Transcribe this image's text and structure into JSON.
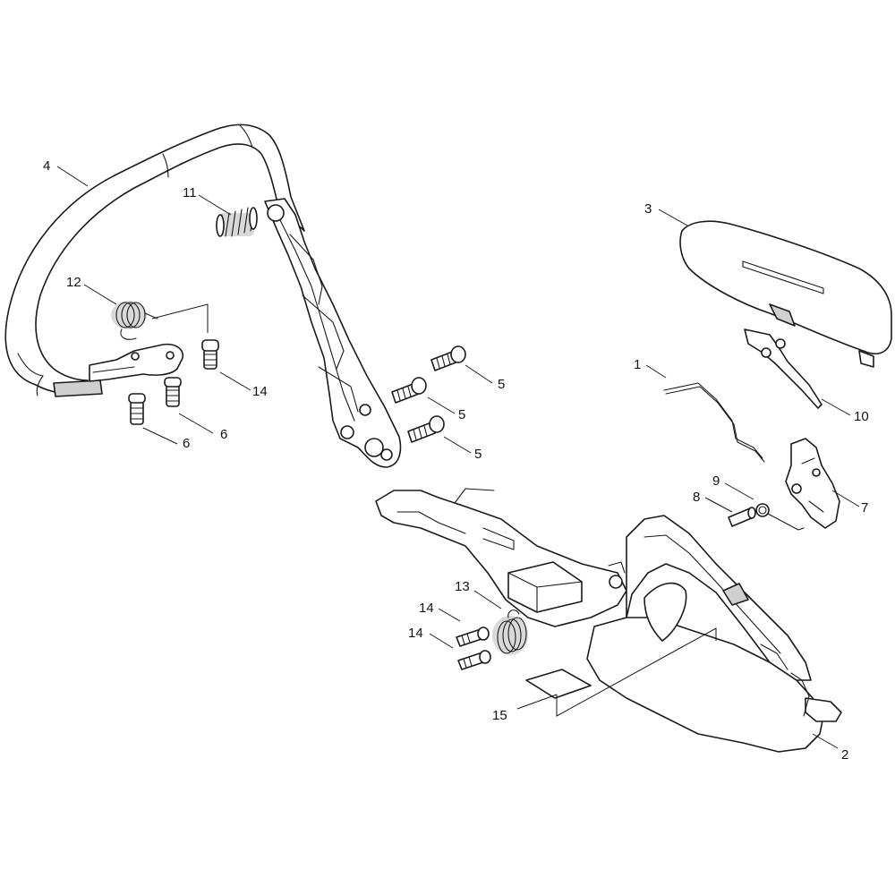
{
  "diagram": {
    "callouts": {
      "c1": "1",
      "c2": "2",
      "c3": "3",
      "c4": "4",
      "c5a": "5",
      "c5b": "5",
      "c5c": "5",
      "c6a": "6",
      "c6b": "6",
      "c7": "7",
      "c8": "8",
      "c9": "9",
      "c10": "10",
      "c11": "11",
      "c12": "12",
      "c13": "13",
      "c14a": "14",
      "c14b": "14",
      "c14c": "14",
      "c15": "15"
    }
  }
}
